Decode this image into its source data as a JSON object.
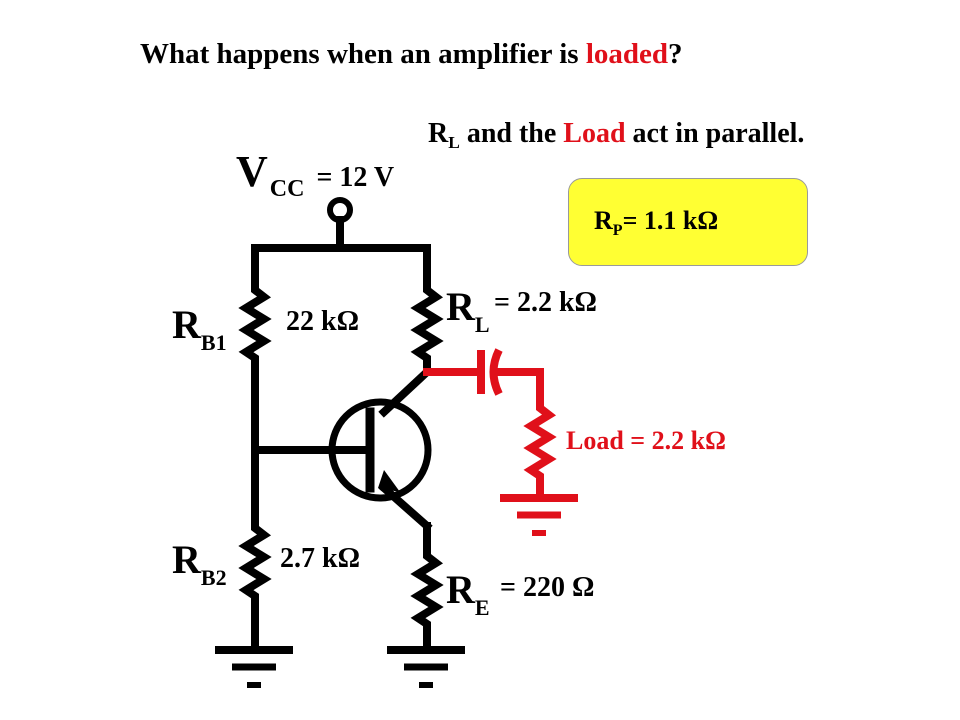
{
  "title": {
    "prefix": "What happens when an amplifier is ",
    "highlight": "loaded",
    "suffix": "?"
  },
  "statement": {
    "r": "R",
    "sub": "L",
    "mid": " and the ",
    "highlight": "Load",
    "suffix": " act in parallel."
  },
  "vcc": {
    "symbol": "V",
    "sub": "CC",
    "value": "= 12 V"
  },
  "rb1": {
    "symbol": "R",
    "sub": "B1",
    "value": "22 kΩ"
  },
  "rb2": {
    "symbol": "R",
    "sub": "B2",
    "value": "2.7 kΩ"
  },
  "rl": {
    "symbol": "R",
    "sub": "L",
    "value": "= 2.2 kΩ"
  },
  "re": {
    "symbol": "R",
    "sub": "E",
    "value": "= 220 Ω"
  },
  "load": {
    "label": "Load = 2.2 kΩ"
  },
  "rp": {
    "symbol": "R",
    "sub": "P",
    "value": "= 1.1 kΩ"
  },
  "colors": {
    "accent_red": "#e0101a",
    "highlight_box": "#ffff33",
    "wire": "#000000"
  }
}
